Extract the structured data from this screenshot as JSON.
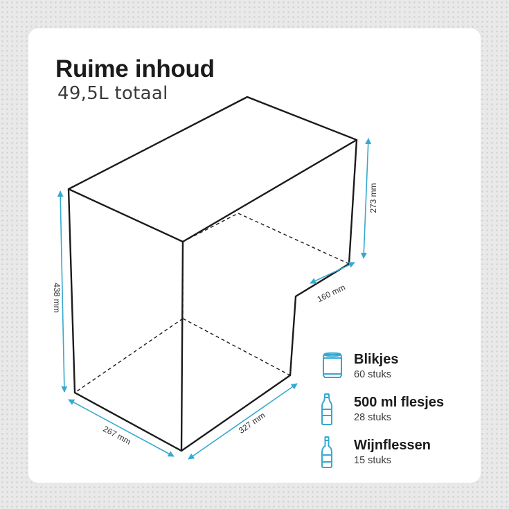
{
  "header": {
    "title": "Ruime inhoud",
    "subtitle": "49,5L totaal"
  },
  "dimensions": {
    "height_total": "438 mm",
    "height_upper": "273  mm",
    "depth_step": "160 mm",
    "width": "267 mm",
    "depth": "327 mm"
  },
  "capacity": [
    {
      "icon": "can-icon",
      "label": "Blikjes",
      "count": "60 stuks"
    },
    {
      "icon": "plastic-bottle-icon",
      "label": "500 ml flesjes",
      "count": "28 stuks"
    },
    {
      "icon": "wine-bottle-icon",
      "label": "Wijnflessen",
      "count": "15 stuks"
    }
  ],
  "colors": {
    "accent": "#35a9cf",
    "line": "#1b1b1b",
    "card": "#ffffff",
    "background": "#e9e9ea"
  }
}
